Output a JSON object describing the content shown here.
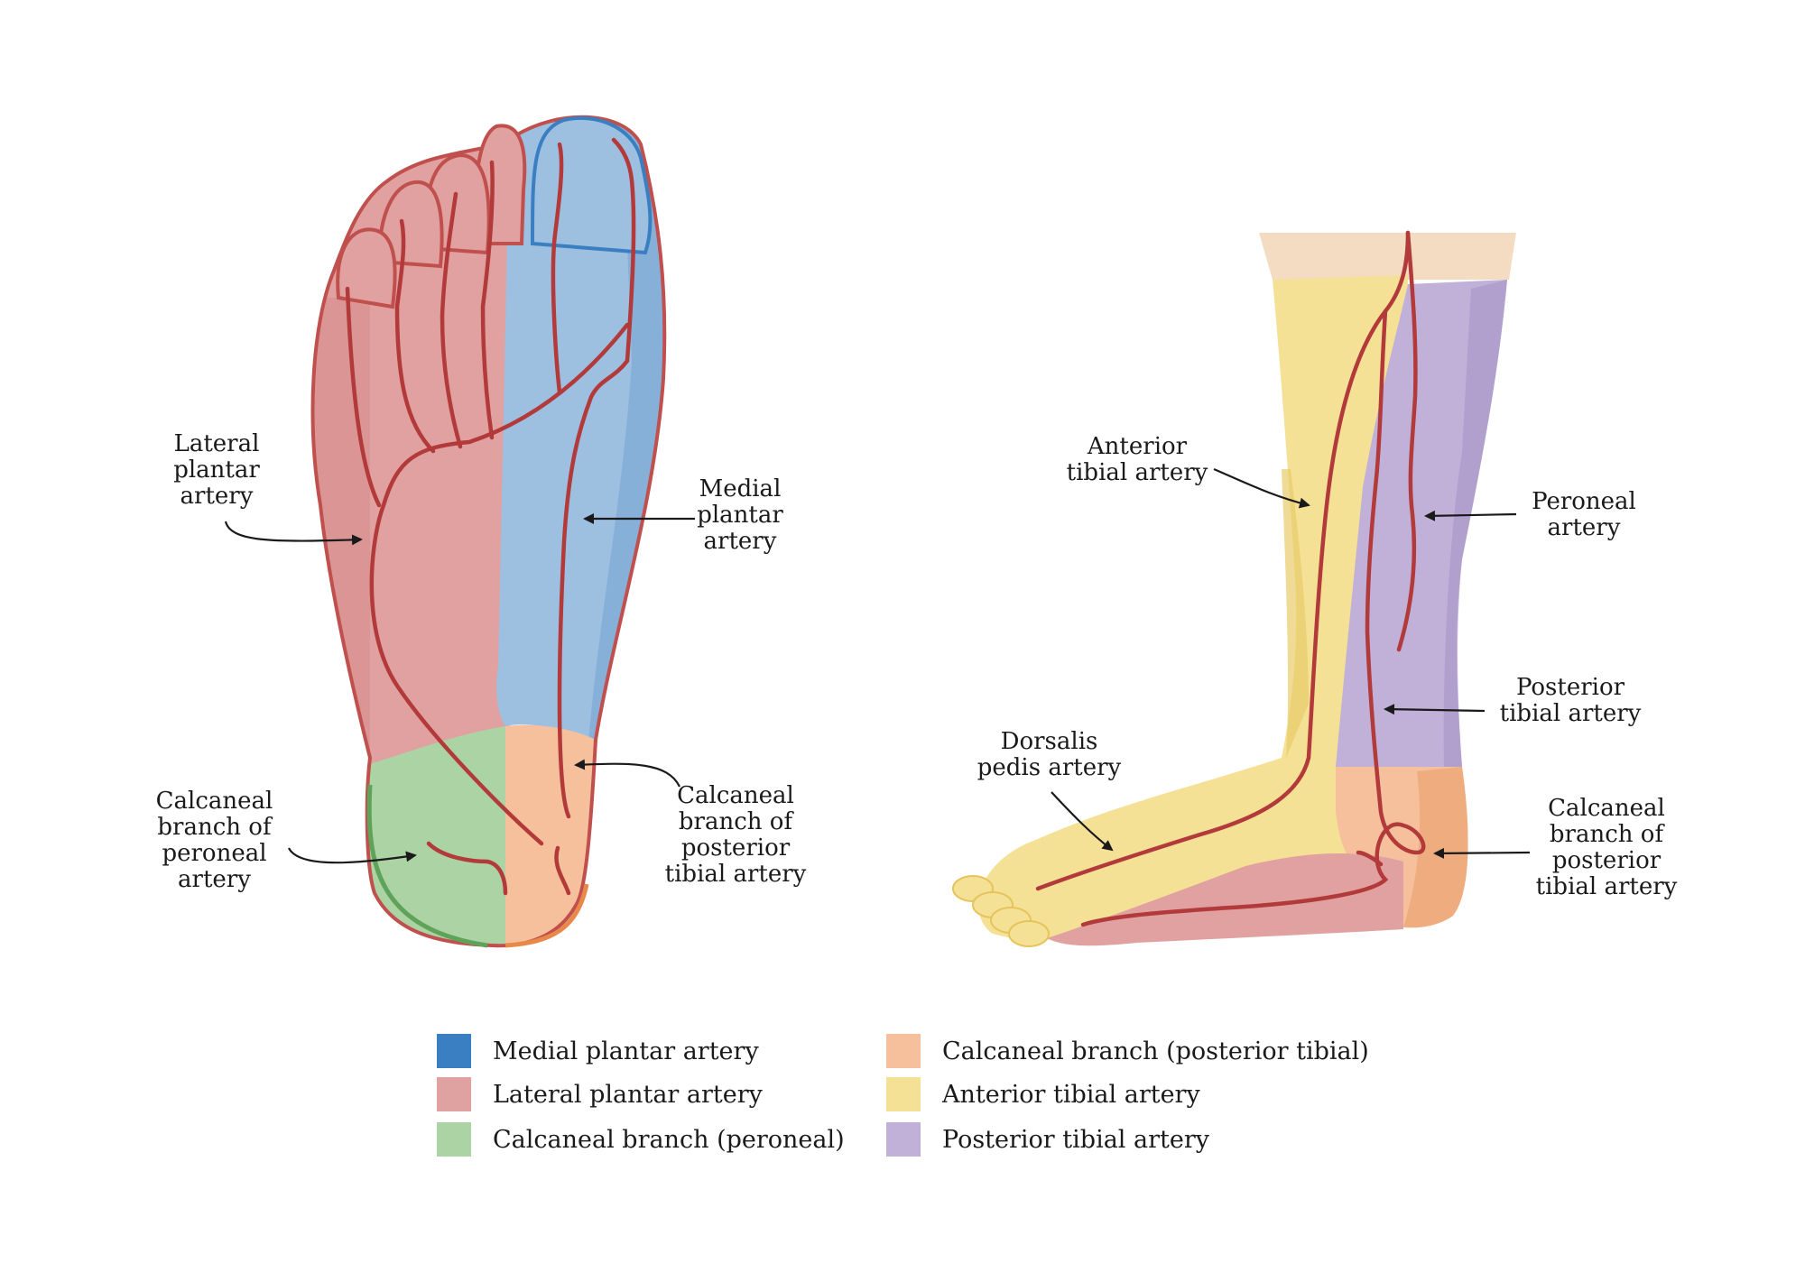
{
  "labels": {
    "lateral_plantar": "Lateral\nplantar\nartery",
    "medial_plantar": "Medial\nplantar\nartery",
    "calcaneal_peroneal": "Calcaneal\nbranch of\nperoneal\nartery",
    "calcaneal_posterior_left": "Calcaneal\nbranch of\nposterior\ntibial artery",
    "anterior_tibial": "Anterior\ntibial artery",
    "peroneal": "Peroneal\nartery",
    "posterior_tibial": "Posterior\ntibial artery",
    "dorsalis_pedis": "Dorsalis\npedis artery",
    "calcaneal_posterior_right": "Calcaneal\nbranch of\nposterior\ntibial artery"
  },
  "legend": [
    {
      "label": "Medial plantar artery",
      "color": "#3a7fc1"
    },
    {
      "label": "Lateral plantar artery",
      "color": "#e0a1a1"
    },
    {
      "label": "Calcaneal branch (peroneal)",
      "color": "#acd3a4"
    },
    {
      "label": "Calcaneal branch (posterior tibial)",
      "color": "#f5c09b"
    },
    {
      "label": "Anterior tibial artery",
      "color": "#f5e196"
    },
    {
      "label": "Posterior tibial artery",
      "color": "#c1b1d8"
    }
  ],
  "colors": {
    "artery": "#b33a3a",
    "medial": "#9dbfe0",
    "lateral": "#e1a1a1",
    "calc_peroneal": "#acd3a4",
    "calc_posterior": "#f5c09b",
    "anterior": "#f5e196",
    "posterior": "#c1b1d8",
    "skin": "#f3dcc2"
  }
}
